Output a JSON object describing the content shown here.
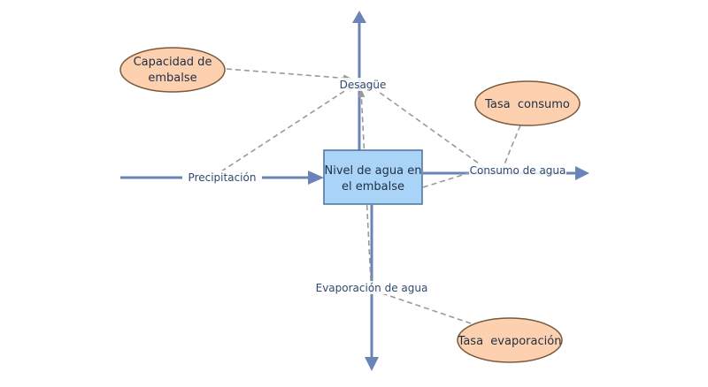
{
  "stock": {
    "line1": "Nivel de agua en",
    "line2": "el embalse"
  },
  "flows": {
    "inflow": "Precipitación",
    "outflow_top": "Desagüe",
    "outflow_right": "Consumo de agua",
    "outflow_bottom": "Evaporación de agua"
  },
  "auxiliaries": {
    "capacity": {
      "line1": "Capacidad de",
      "line2": "embalse"
    },
    "consumption_rate": "Tasa  consumo",
    "evaporation_rate": "Tasa  evaporación"
  },
  "colors": {
    "flow": "#6b84b8",
    "stock_fill": "#a9d4f7",
    "stock_border": "#4d6e9e",
    "aux_fill": "#fdd0b0",
    "aux_border": "#7a5a3a",
    "link": "#9a9a9a"
  }
}
